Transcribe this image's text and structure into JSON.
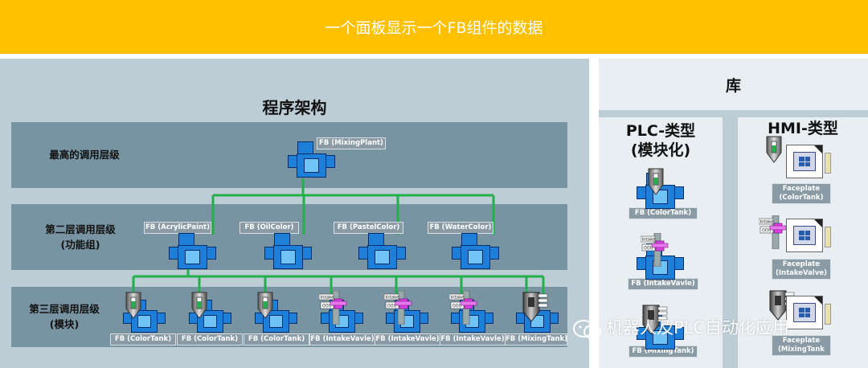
{
  "header": {
    "title": "一个面板显示一个FB组件的数据"
  },
  "program": {
    "title": "程序架构",
    "levels": [
      {
        "label": "最高的调用层级"
      },
      {
        "label_line1": "第二层调用层级",
        "label_line2": "(功能组)"
      },
      {
        "label_line1": "第三层调用层级",
        "label_line2": "(模块)"
      }
    ],
    "top_fb": "FB (MixingPlant)",
    "level2_fbs": [
      "FB (AcrylicPaint)",
      "FB (OilColor)",
      "FB (PastelColor)",
      "FB (WaterColor)"
    ],
    "level3_fbs": [
      "FB (ColorTank)",
      "FB (ColorTank)",
      "FB (ColorTank)",
      "FB (IntakeVavle)",
      "FB (IntakeVavle)",
      "FB (IntakeVavle)",
      "FB (MixingTank)"
    ]
  },
  "library": {
    "title": "库",
    "plc": {
      "title_line1": "PLC-类型",
      "title_line2": "(模块化)",
      "items": [
        "FB (ColorTank)",
        "FB (IntakeVavle)",
        "FB (MixingTank)"
      ]
    },
    "hmi": {
      "title": "HMI-类型",
      "items": [
        {
          "line1": "Faceplate",
          "line2": "(ColorTank)"
        },
        {
          "line1": "Faceplate",
          "line2": "(IntakeValve)"
        },
        {
          "line1": "Faceplate",
          "line2": "(MixingTank"
        }
      ]
    }
  },
  "icon_texts": {
    "intake": "Intake",
    "counter": "000"
  },
  "watermark": "机器人及PLC自动化应用",
  "colors": {
    "header": "#FFC000",
    "panel": "#BDCDD5",
    "band": "#7894A2",
    "block": "#1E7FD8",
    "connector": "#22B04A",
    "label": "#8A9BA5"
  }
}
